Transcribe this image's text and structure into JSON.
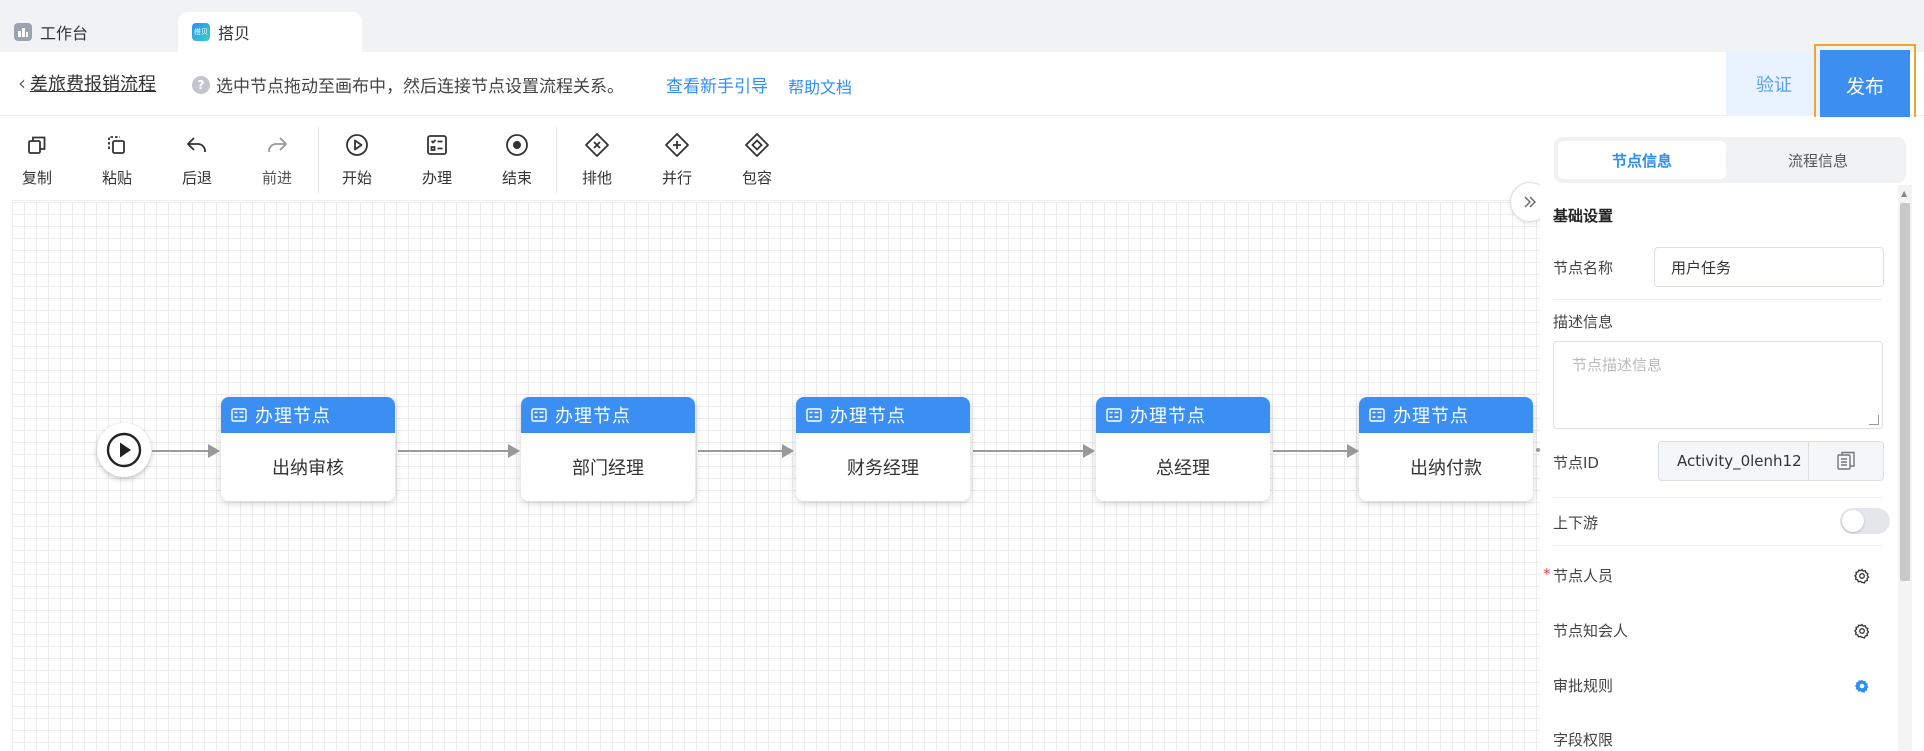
{
  "tabs": [
    {
      "label": "工作台",
      "icon": "workbench-icon",
      "active": false
    },
    {
      "label": "搭贝",
      "icon": "dabei-logo-icon",
      "logo_text": "搭贝",
      "active": true
    }
  ],
  "header": {
    "back_title": "差旅费报销流程",
    "hint": "选中节点拖动至画布中，然后连接节点设置流程关系。",
    "guide_link": "查看新手引导",
    "help_link": "帮助文档",
    "verify_label": "验证",
    "publish_label": "发布"
  },
  "toolbar": [
    {
      "label": "复制",
      "icon": "copy-icon"
    },
    {
      "label": "粘贴",
      "icon": "paste-icon"
    },
    {
      "label": "后退",
      "icon": "undo-icon"
    },
    {
      "label": "前进",
      "icon": "redo-icon"
    },
    {
      "label": "开始",
      "icon": "start-icon"
    },
    {
      "label": "办理",
      "icon": "task-icon"
    },
    {
      "label": "结束",
      "icon": "end-icon"
    },
    {
      "label": "排他",
      "icon": "exclusive-gateway-icon"
    },
    {
      "label": "并行",
      "icon": "parallel-gateway-icon"
    },
    {
      "label": "包容",
      "icon": "inclusive-gateway-icon"
    }
  ],
  "flow": {
    "nodes": [
      {
        "type": "办理节点",
        "name": "出纳审核"
      },
      {
        "type": "办理节点",
        "name": "部门经理"
      },
      {
        "type": "办理节点",
        "name": "财务经理"
      },
      {
        "type": "办理节点",
        "name": "总经理"
      },
      {
        "type": "办理节点",
        "name": "出纳付款"
      }
    ]
  },
  "panel": {
    "tabs": [
      "节点信息",
      "流程信息"
    ],
    "active_tab": "节点信息",
    "section_title": "基础设置",
    "node_name_label": "节点名称",
    "node_name_value": "用户任务",
    "desc_label": "描述信息",
    "desc_placeholder": "节点描述信息",
    "node_id_label": "节点ID",
    "node_id_value": "Activity_0lenh12",
    "updown_label": "上下游",
    "updown_enabled": false,
    "node_users_label": "节点人员",
    "node_notify_label": "节点知会人",
    "approval_rule_label": "审批规则",
    "field_rule_label": "字段权限"
  },
  "colors": {
    "accent": "#3b8ff2",
    "publish_highlight": "#f0a530",
    "verify_bg": "#e8f3ff"
  }
}
